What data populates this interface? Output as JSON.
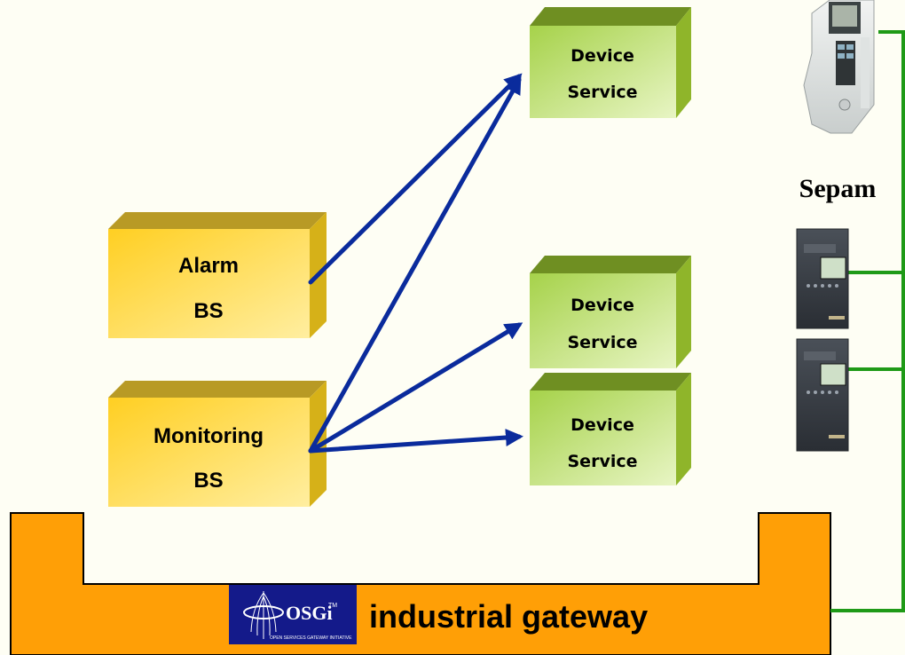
{
  "alarm_bs": {
    "line1": "Alarm",
    "line2": "BS"
  },
  "monitoring_bs": {
    "line1": "Monitoring",
    "line2": "BS"
  },
  "device_services": [
    {
      "line1": "Device",
      "line2": "Service"
    },
    {
      "line1": "Device",
      "line2": "Service"
    },
    {
      "line1": "Device",
      "line2": "Service"
    }
  ],
  "gateway": {
    "label": "industrial gateway"
  },
  "osgi_logo": {
    "wordmark": "OSGi",
    "trademark": "TM",
    "subtitle": "OPEN SERVICES GATEWAY INITIATIVE"
  },
  "sepam": {
    "label": "Sepam"
  },
  "colors": {
    "background": "#fefef4",
    "bs_box": "#ffd84a",
    "device_box": "#b8dc6a",
    "gateway": "#ff9f06",
    "arrow": "#0a2b9c",
    "bus_line": "#1f9a17"
  }
}
